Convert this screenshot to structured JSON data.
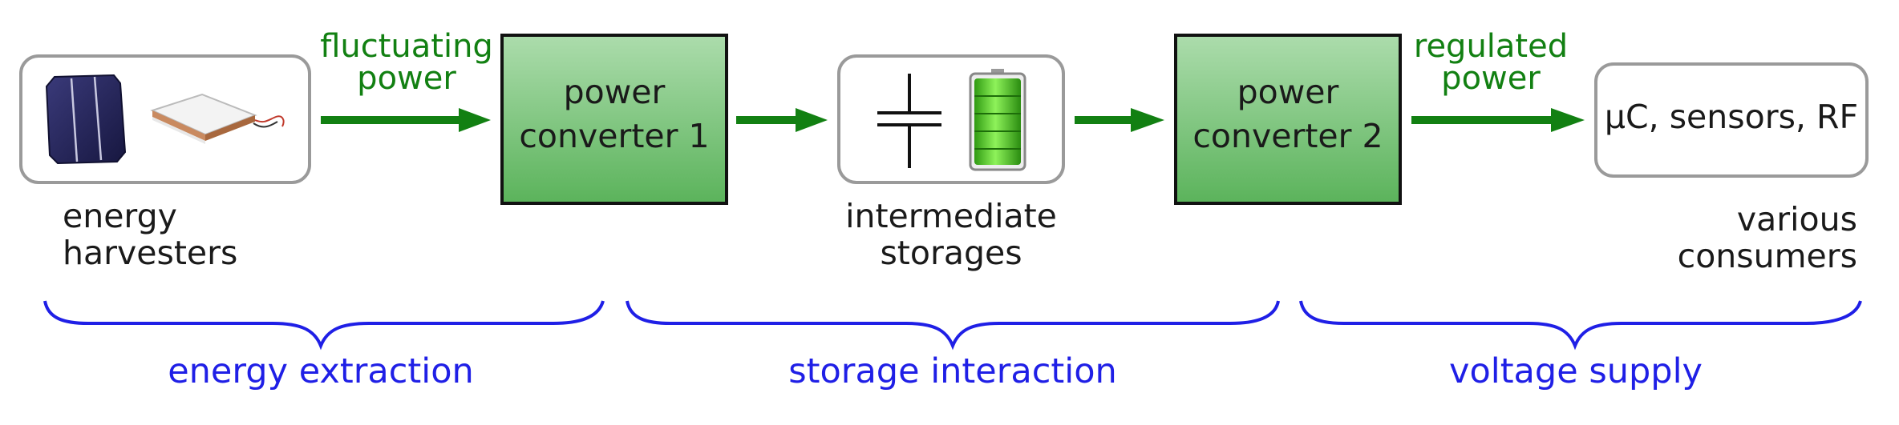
{
  "blocks": {
    "converter1": {
      "line1": "power",
      "line2": "converter 1"
    },
    "converter2": {
      "line1": "power",
      "line2": "converter 2"
    },
    "consumer_box": "µC, sensors, RF"
  },
  "flow_labels": {
    "fluctuating": {
      "line1": "fluctuating",
      "line2": "power"
    },
    "regulated": {
      "line1": "regulated",
      "line2": "power"
    }
  },
  "captions": {
    "harvesters": {
      "line1": "energy",
      "line2": "harvesters"
    },
    "storages": {
      "line1": "intermediate",
      "line2": "storages"
    },
    "consumers": {
      "line1": "various",
      "line2": "consumers"
    }
  },
  "stages": {
    "extraction": "energy extraction",
    "storage": "storage interaction",
    "supply": "voltage supply"
  },
  "icons": [
    "solar-cell-icon",
    "thermoelectric-module-icon",
    "capacitor-icon",
    "battery-icon"
  ],
  "colors": {
    "arrow": "#128012",
    "brace": "#1f1fe6",
    "box_fill_top": "#a9d9a9",
    "box_fill_bottom": "#5fb55f"
  }
}
